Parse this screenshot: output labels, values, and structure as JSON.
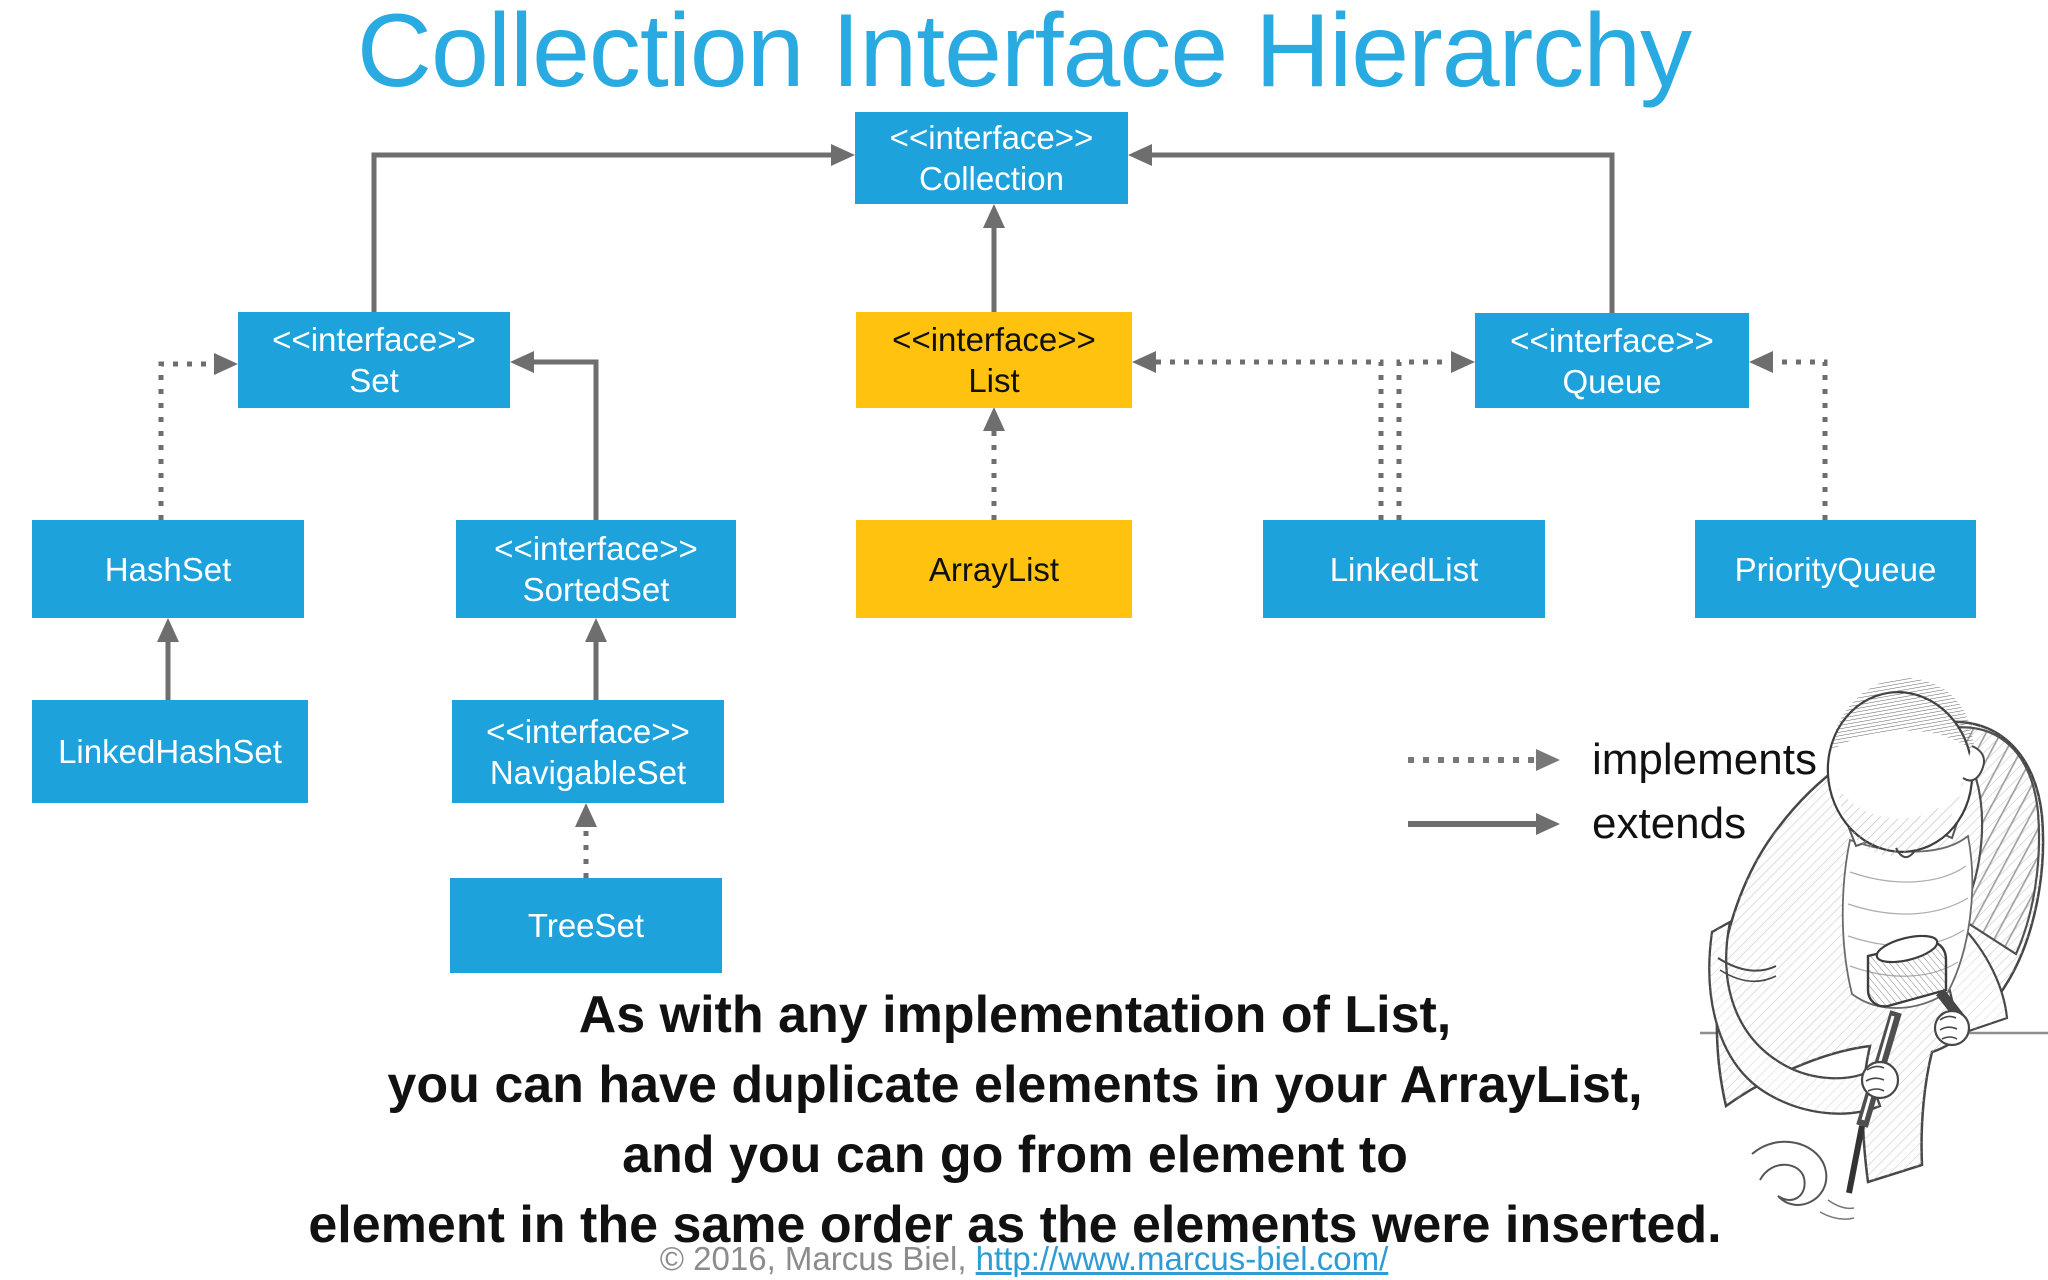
{
  "title": "Collection Interface Hierarchy",
  "nodes": {
    "collection": {
      "stereotype": "<<interface>>",
      "name": "Collection"
    },
    "set": {
      "stereotype": "<<interface>>",
      "name": "Set"
    },
    "list": {
      "stereotype": "<<interface>>",
      "name": "List"
    },
    "queue": {
      "stereotype": "<<interface>>",
      "name": "Queue"
    },
    "hashSet": {
      "name": "HashSet"
    },
    "sortedSet": {
      "stereotype": "<<interface>>",
      "name": "SortedSet"
    },
    "arrayList": {
      "name": "ArrayList"
    },
    "linkedList": {
      "name": "LinkedList"
    },
    "priorityQueue": {
      "name": "PriorityQueue"
    },
    "linkedHashSet": {
      "name": "LinkedHashSet"
    },
    "navigableSet": {
      "stereotype": "<<interface>>",
      "name": "NavigableSet"
    },
    "treeSet": {
      "name": "TreeSet"
    }
  },
  "edges": [
    {
      "from": "Set",
      "to": "Collection",
      "relation": "extends"
    },
    {
      "from": "List",
      "to": "Collection",
      "relation": "extends"
    },
    {
      "from": "Queue",
      "to": "Collection",
      "relation": "extends"
    },
    {
      "from": "SortedSet",
      "to": "Set",
      "relation": "extends"
    },
    {
      "from": "NavigableSet",
      "to": "SortedSet",
      "relation": "extends"
    },
    {
      "from": "LinkedHashSet",
      "to": "HashSet",
      "relation": "extends"
    },
    {
      "from": "HashSet",
      "to": "Set",
      "relation": "implements"
    },
    {
      "from": "TreeSet",
      "to": "NavigableSet",
      "relation": "implements"
    },
    {
      "from": "ArrayList",
      "to": "List",
      "relation": "implements"
    },
    {
      "from": "LinkedList",
      "to": "List",
      "relation": "implements"
    },
    {
      "from": "LinkedList",
      "to": "Queue",
      "relation": "implements"
    },
    {
      "from": "PriorityQueue",
      "to": "Queue",
      "relation": "implements"
    }
  ],
  "legend": {
    "implements_label": "implements",
    "extends_label": "extends"
  },
  "caption": {
    "lines": [
      "As with any implementation of List,",
      "you can have duplicate elements in your ArrayList,",
      "and you can go from element to",
      "element in the same order as the elements were inserted."
    ]
  },
  "footer": {
    "copyright": "© 2016, Marcus Biel, ",
    "link_text": "http://www.marcus-biel.com/"
  },
  "colors": {
    "interface_blue": "#1EA2DB",
    "highlight_yellow": "#FFC20E",
    "title_blue": "#29ABE2",
    "arrow_gray": "#6E6E6E",
    "link_blue": "#2E9BD6",
    "muted_gray": "#8C8C8C"
  }
}
